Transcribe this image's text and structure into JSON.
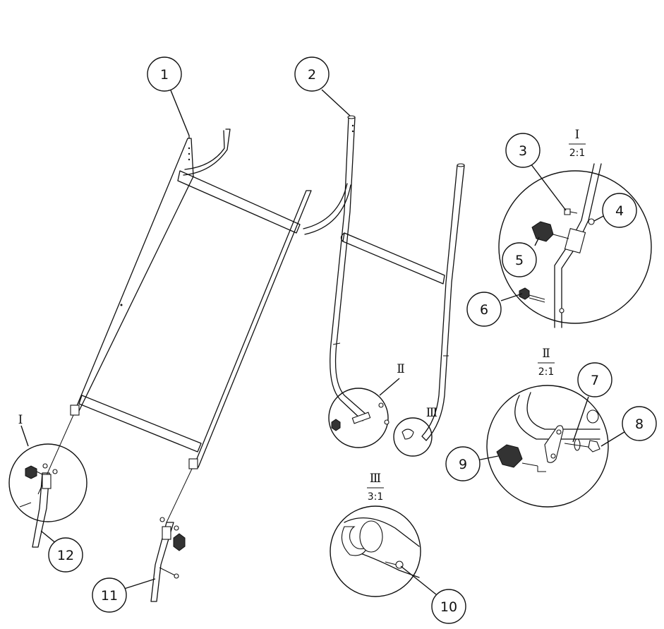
{
  "callouts": [
    "1",
    "2",
    "3",
    "4",
    "5",
    "6",
    "7",
    "8",
    "9",
    "10",
    "11",
    "12"
  ],
  "details": {
    "I": {
      "mark": "Ⅰ",
      "scale": "2:1"
    },
    "II": {
      "mark": "Ⅱ",
      "scale": "2:1"
    },
    "III": {
      "mark": "Ⅲ",
      "scale": "3:1"
    }
  },
  "detail_marks_on_views": {
    "I": "Ⅰ",
    "II": "Ⅱ",
    "III": "Ⅲ"
  }
}
